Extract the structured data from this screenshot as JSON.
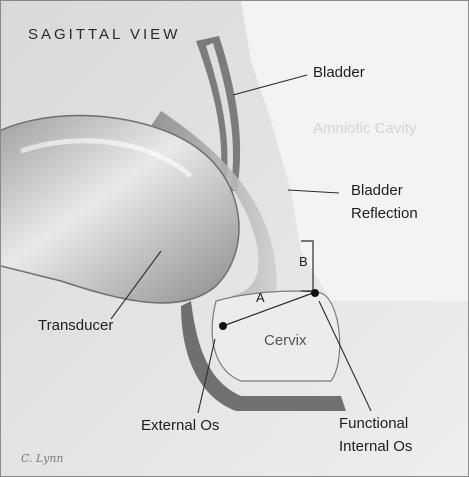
{
  "diagram": {
    "title": "SAGITTAL VIEW",
    "labels": {
      "bladder": "Bladder",
      "amniotic_cavity": "Amniotic Cavity",
      "bladder_reflection_line1": "Bladder",
      "bladder_reflection_line2": "Reflection",
      "measure_a": "A",
      "measure_b": "B",
      "transducer": "Transducer",
      "cervix": "Cervix",
      "external_os": "External Os",
      "functional_internal_os_line1": "Functional",
      "functional_internal_os_line2": "Internal Os"
    },
    "signature": "C. Lynn",
    "colors": {
      "background": "#ffffff",
      "tissue_light": "#e6e6e6",
      "tissue_mid": "#b9b9b9",
      "tissue_dark": "#4a4a4a",
      "transducer": "#a8a8a8",
      "leader_line": "#2a2a2a"
    }
  }
}
